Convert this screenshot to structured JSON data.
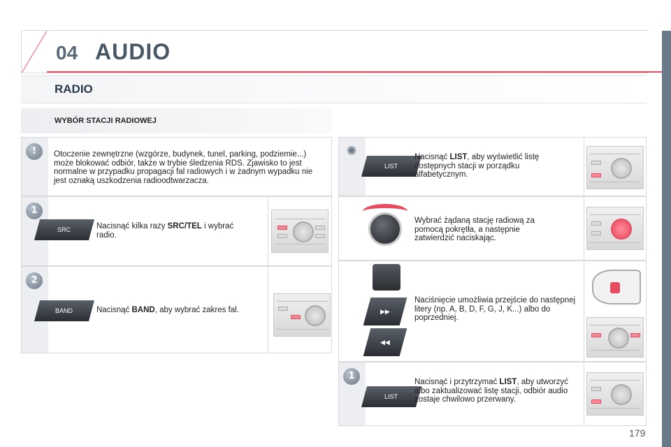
{
  "chapter": {
    "number": "04",
    "title": "AUDIO"
  },
  "section": {
    "title": "RADIO"
  },
  "subsection": {
    "title": "WYBÓR STACJI RADIOWEJ"
  },
  "warning": {
    "text": "Otoczenie zewnętrzne (wzgórze, budynek, tunel, parking, podziemie...) może blokować odbiór, także w trybie śledzenia RDS. Zjawisko to jest normalne w przypadku propagacji fal radiowych i w żadnym wypadku nie jest oznaką uszkodzenia radioodtwarzacza."
  },
  "step1": {
    "number": "1",
    "button_label": "SRC",
    "text_before": "Nacisnąć kilka razy ",
    "text_bold": "SRC/TEL",
    "text_after": " i wybrać radio."
  },
  "step2": {
    "number": "2",
    "button_label": "BAND",
    "text_before": "Nacisnąć ",
    "text_bold": "BAND",
    "text_after": ", aby wybrać zakres fal."
  },
  "tip": {
    "button_label": "LIST",
    "text_before": "Nacisnąć ",
    "text_bold": "LIST",
    "text_after": ", aby wyświetlić listę dostępnych stacji w porządku alfabetycznym."
  },
  "knob_step": {
    "text": "Wybrać żądaną stację radiową za pomocą pokrętła, a następnie zatwierdzić naciskając."
  },
  "letters_step": {
    "text": "Naciśnięcie umożliwia przejście do następnej litery (np. A, B, D, F, G, J, K...) albo do poprzedniej."
  },
  "step_list_hold": {
    "number": "1",
    "button_label": "LIST",
    "text_before": "Nacisnąć i przytrzymać ",
    "text_bold": "LIST",
    "text_after": ", aby utworzyć albo zaktualizować listę stacji, odbiór audio zostaje chwilowo przerwany."
  },
  "page_number": "179"
}
